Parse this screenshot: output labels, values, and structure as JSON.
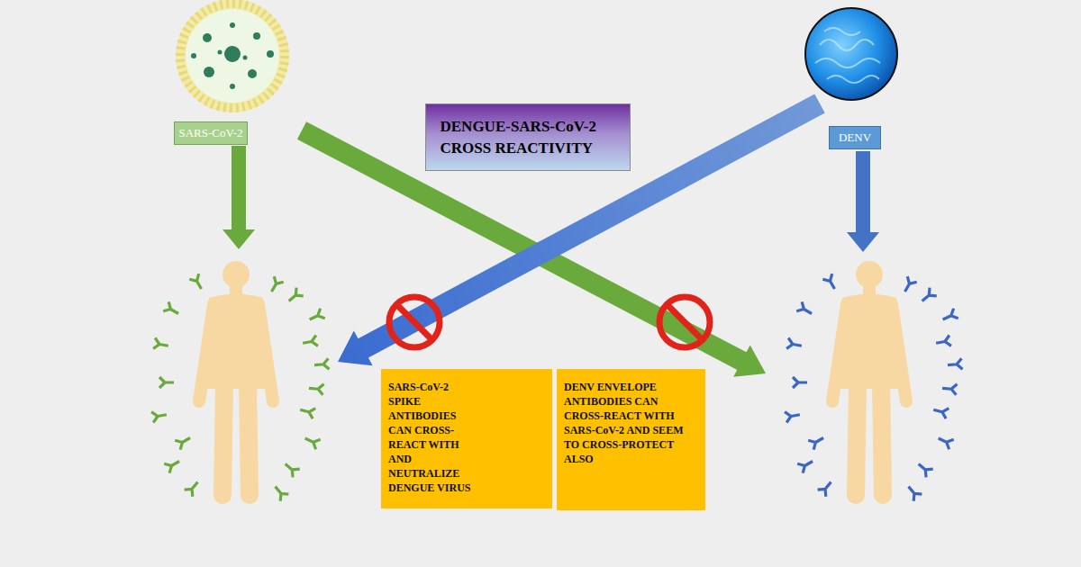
{
  "diagram": {
    "title": "DENGUE-SARS-CoV-2 CROSS REACTIVITY",
    "nodes": [
      {
        "text": [
          "SARS-CoV-2"
        ]
      },
      {
        "text": [
          "DENV"
        ]
      },
      {
        "text": [
          "SARS-CoV-2 SPIKE ANTIBODIES CAN CROSS-REACT WITH AND NEUTRALIZE DENGUE VIRUS"
        ]
      },
      {
        "text": [
          "DENV ENVELOPE ANTIBODIES CAN CROSS-REACT WITH SARS-CoV-2 AND SEEM TO CROSS-PROTECT ALSO"
        ]
      }
    ]
  }
}
